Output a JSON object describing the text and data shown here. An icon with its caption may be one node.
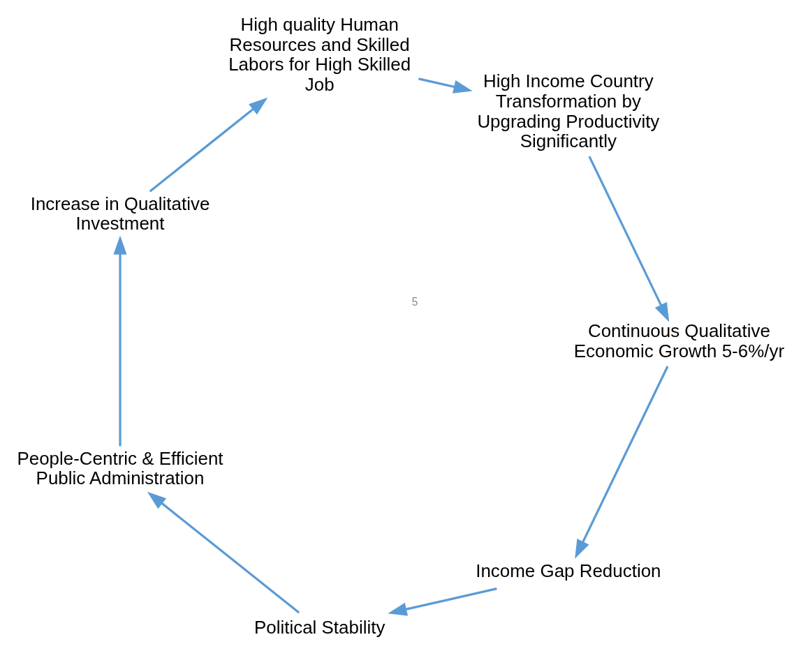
{
  "diagram": {
    "nodes": [
      {
        "text": [
          "Income Gap Reduction"
        ]
      },
      {
        "text": [
          "Political Stability"
        ]
      },
      {
        "text": [
          "People-Centric & Efficient Public Administration"
        ]
      },
      {
        "text": [
          "Increase in Qualitative Investment"
        ]
      },
      {
        "text": [
          "High quality Human Resources and Skilled Labors for High Skilled Job"
        ]
      },
      {
        "text": [
          "High Income Country Transformation by Upgrading Productivity Significantly"
        ]
      },
      {
        "text": [
          "Continuous Qualitative Economic Growth 5-6%/yr"
        ]
      }
    ],
    "edges": [
      {
        "from": 0,
        "to": 1,
        "arrow": "to"
      },
      {
        "from": 1,
        "to": 2,
        "arrow": "to"
      },
      {
        "from": 2,
        "to": 3,
        "arrow": "to"
      },
      {
        "from": 3,
        "to": 4,
        "arrow": "to"
      },
      {
        "from": 4,
        "to": 5,
        "arrow": "to"
      },
      {
        "from": 5,
        "to": 6,
        "arrow": "to"
      },
      {
        "from": 6,
        "to": 0,
        "arrow": "to"
      }
    ],
    "labels": [
      "5"
    ]
  }
}
